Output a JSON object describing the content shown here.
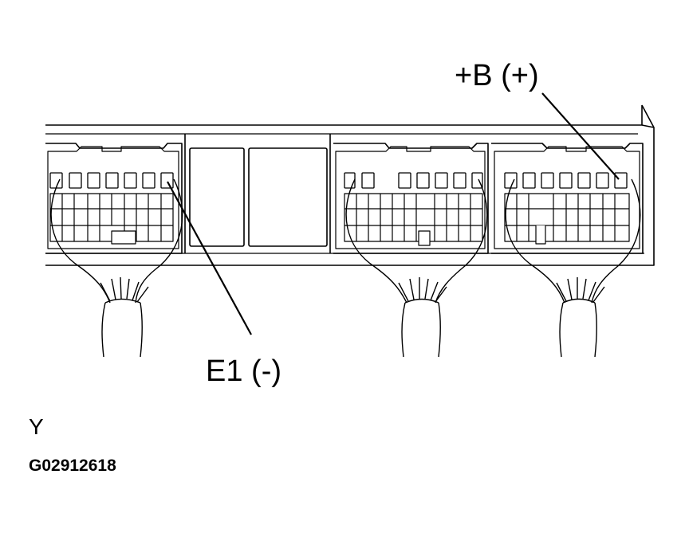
{
  "callouts": {
    "b_plus": {
      "text": "+B (+)"
    },
    "e1_minus": {
      "text": "E1 (-)"
    }
  },
  "view_letter": "Y",
  "figure_code": "G02912618",
  "colors": {
    "line": "#000000",
    "background": "#ffffff"
  }
}
